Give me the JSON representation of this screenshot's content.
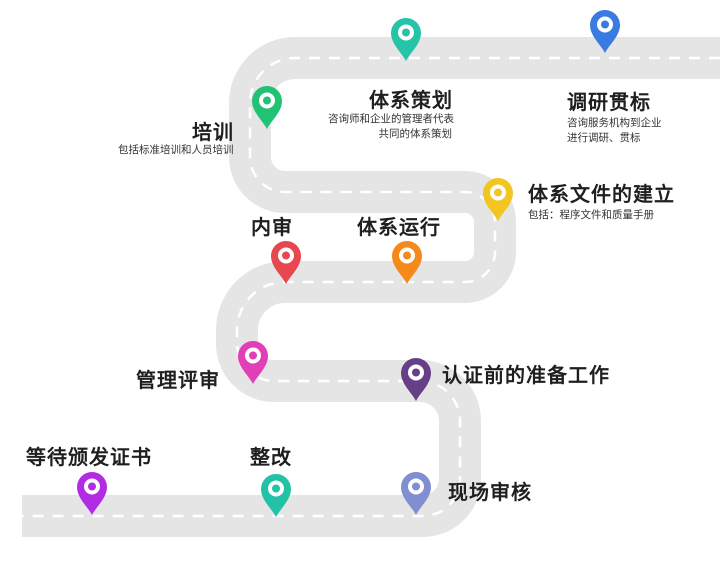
{
  "steps": [
    {
      "title": "调研贯标",
      "desc": [
        "咨询服务机构到企业",
        "进行调研、贯标"
      ],
      "color": "#3a7be2",
      "icon": "map-pin-icon"
    },
    {
      "title": "体系策划",
      "desc": [
        "咨询师和企业的管理者代表",
        "共同的体系策划"
      ],
      "color": "#25c3a8",
      "icon": "map-pin-icon"
    },
    {
      "title": "培训",
      "desc": [
        "包括标准培训和人员培训"
      ],
      "color": "#22c274",
      "icon": "map-pin-icon"
    },
    {
      "title": "体系文件的建立",
      "desc": [
        "包括：程序文件和质量手册"
      ],
      "color": "#f3c521",
      "icon": "map-pin-icon"
    },
    {
      "title": "体系运行",
      "desc": [],
      "color": "#f58a1b",
      "icon": "map-pin-icon"
    },
    {
      "title": "内审",
      "desc": [],
      "color": "#e8474f",
      "icon": "map-pin-icon"
    },
    {
      "title": "管理评审",
      "desc": [],
      "color": "#e13fb8",
      "icon": "map-pin-icon"
    },
    {
      "title": "认证前的准备工作",
      "desc": [],
      "color": "#663f86",
      "icon": "map-pin-icon"
    },
    {
      "title": "现场审核",
      "desc": [],
      "color": "#7f8fd0",
      "icon": "map-pin-icon"
    },
    {
      "title": "整改",
      "desc": [],
      "color": "#22c2a6",
      "icon": "map-pin-icon"
    },
    {
      "title": "等待颁发证书",
      "desc": [],
      "color": "#b22ce3",
      "icon": "map-pin-icon"
    }
  ],
  "road_color": "#e5e5e5",
  "dash_color": "#ffffff"
}
